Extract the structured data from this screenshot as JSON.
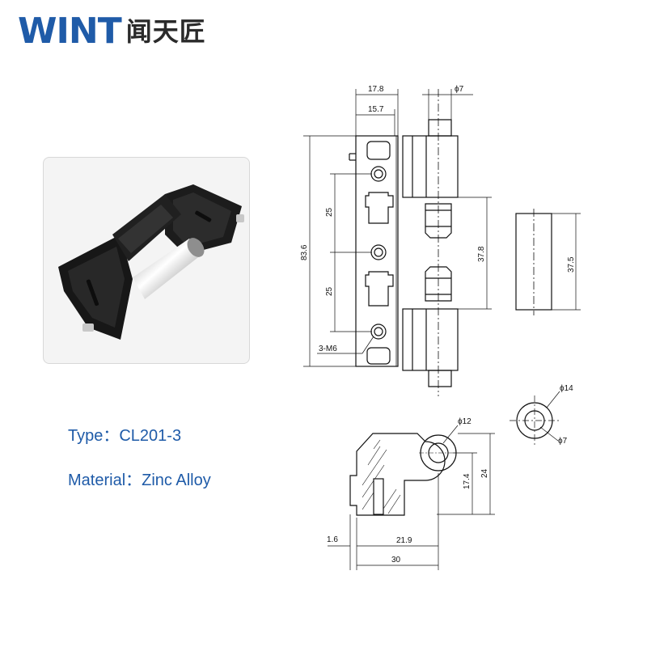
{
  "brand": {
    "logo_latin": "WINT",
    "logo_cjk": "闻天匠",
    "accent_color": "#1f5ba8"
  },
  "product": {
    "type_label": "Type：",
    "type_value": "CL201-3",
    "material_label": "Material：",
    "material_value": "Zinc Alloy"
  },
  "drawing": {
    "dims": {
      "w17_8": "17.8",
      "w15_7": "15.7",
      "d7_top": "ϕ7",
      "h83_6": "83.6",
      "s25_a": "25",
      "s25_b": "25",
      "h37_8": "37.8",
      "h37_5": "37.5",
      "thread": "3-M6",
      "d12": "ϕ12",
      "d14": "ϕ14",
      "d7_side": "ϕ7",
      "h24": "24",
      "h17_4": "17.4",
      "w1_6": "1.6",
      "w21_9": "21.9",
      "w30": "30"
    }
  }
}
